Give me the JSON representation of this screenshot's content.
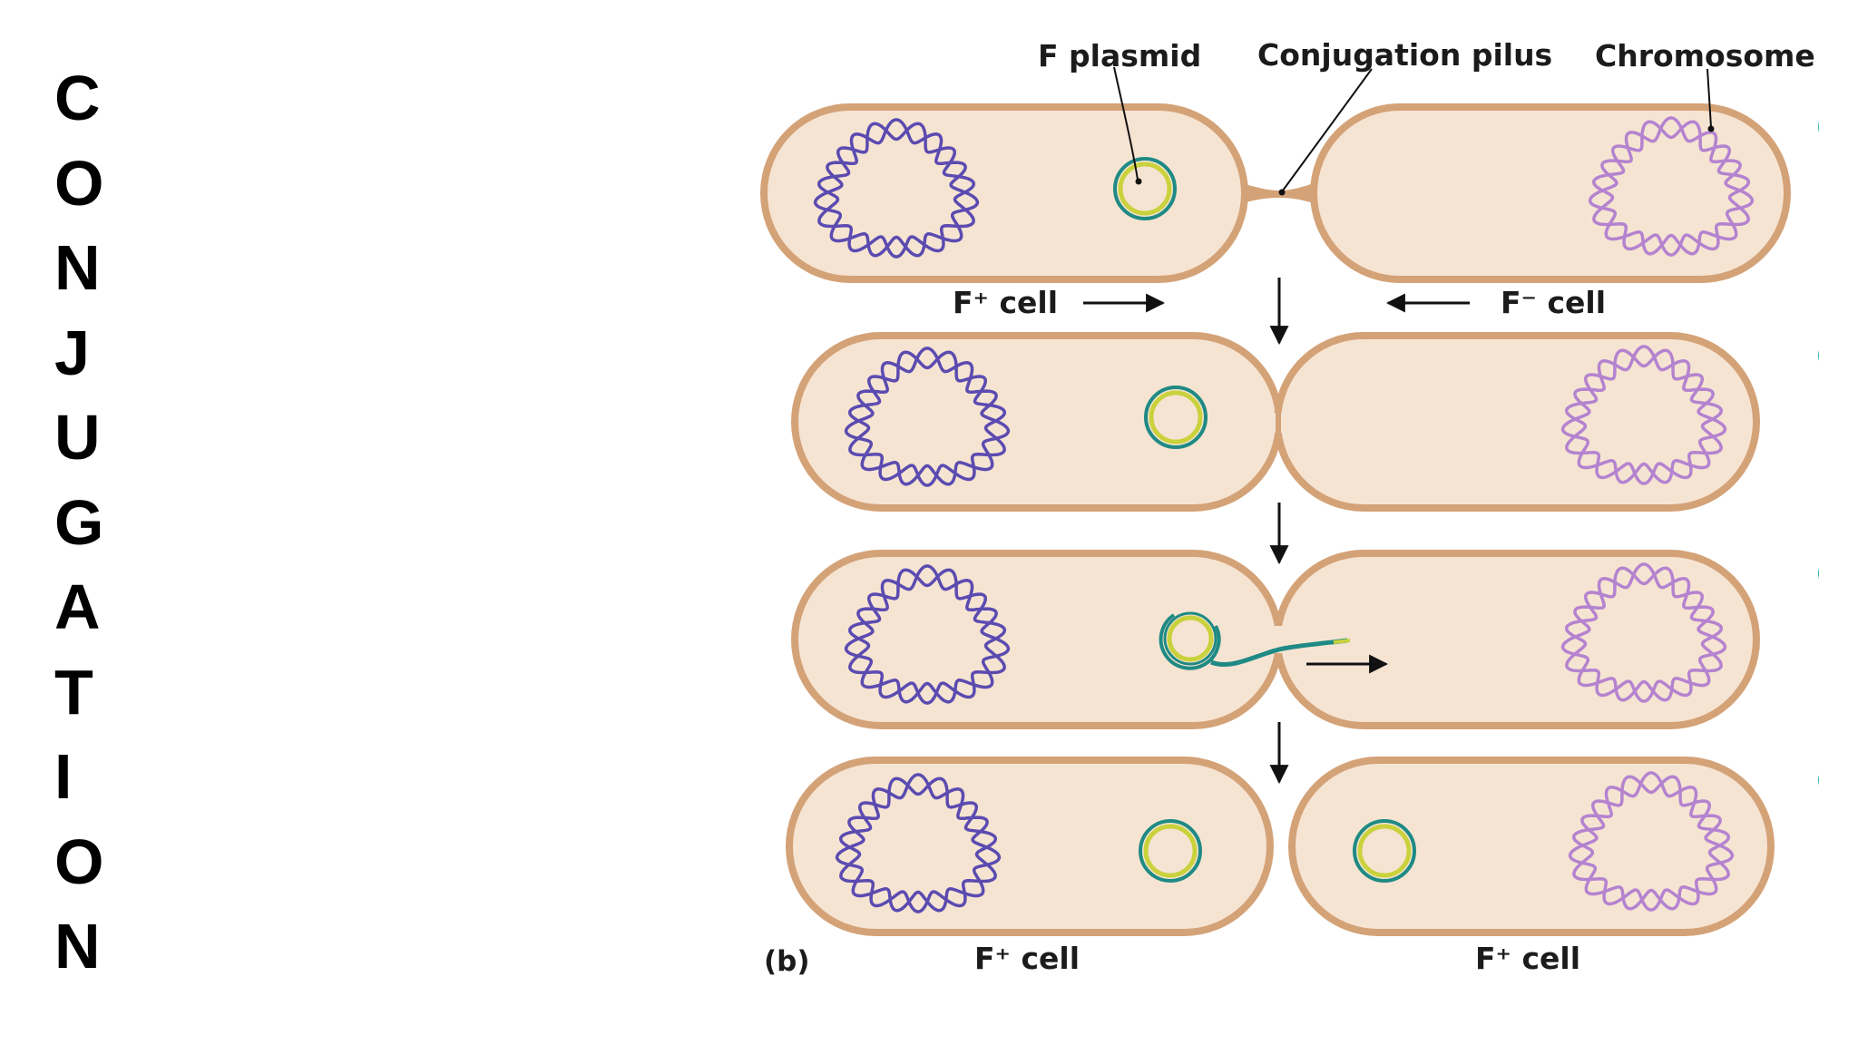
{
  "title_letters": [
    "C",
    "O",
    "N",
    "J",
    "U",
    "G",
    "A",
    "T",
    "I",
    "O",
    "N"
  ],
  "labels": {
    "f_plasmid": "F plasmid",
    "conjugation_pilus": "Conjugation pilus",
    "chromosome": "Chromosome",
    "f_plus_cell": "F⁺ cell",
    "f_minus_cell": "F⁻ cell",
    "panel": "(b)",
    "result_left": "F⁺ cell",
    "result_right": "F⁺ cell"
  },
  "colors": {
    "cell_fill": "#f6e4d3",
    "cell_wall": "#d4a277",
    "donor_chromosome": "#5b4bb0",
    "recipient_chromosome": "#b483cf",
    "plasmid_outer": "#1f8a84",
    "plasmid_inner": "#c9d23c",
    "side_marker": "#27b0ad"
  }
}
